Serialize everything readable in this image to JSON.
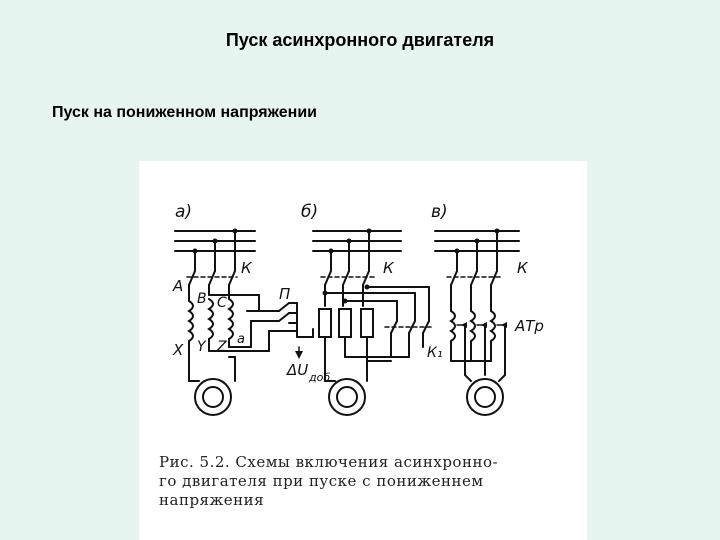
{
  "slide": {
    "title": "Пуск асинхронного двигателя",
    "subtitle": "Пуск на пониженном напряжении"
  },
  "figure": {
    "panels": [
      {
        "tag": "а)",
        "labels": [
          "К",
          "А",
          "В",
          "С",
          "X",
          "Y",
          "Z",
          "a",
          "П",
          "ΔU",
          "доб"
        ]
      },
      {
        "tag": "б)",
        "labels": [
          "К",
          "К₁"
        ]
      },
      {
        "tag": "в)",
        "labels": [
          "К",
          "АТр"
        ]
      }
    ],
    "caption": {
      "line1": "Рис. 5.2. Схемы включения асинхронно-",
      "line2": "го двигателя при пуске с пониженнем",
      "line3": "напряжения"
    }
  }
}
